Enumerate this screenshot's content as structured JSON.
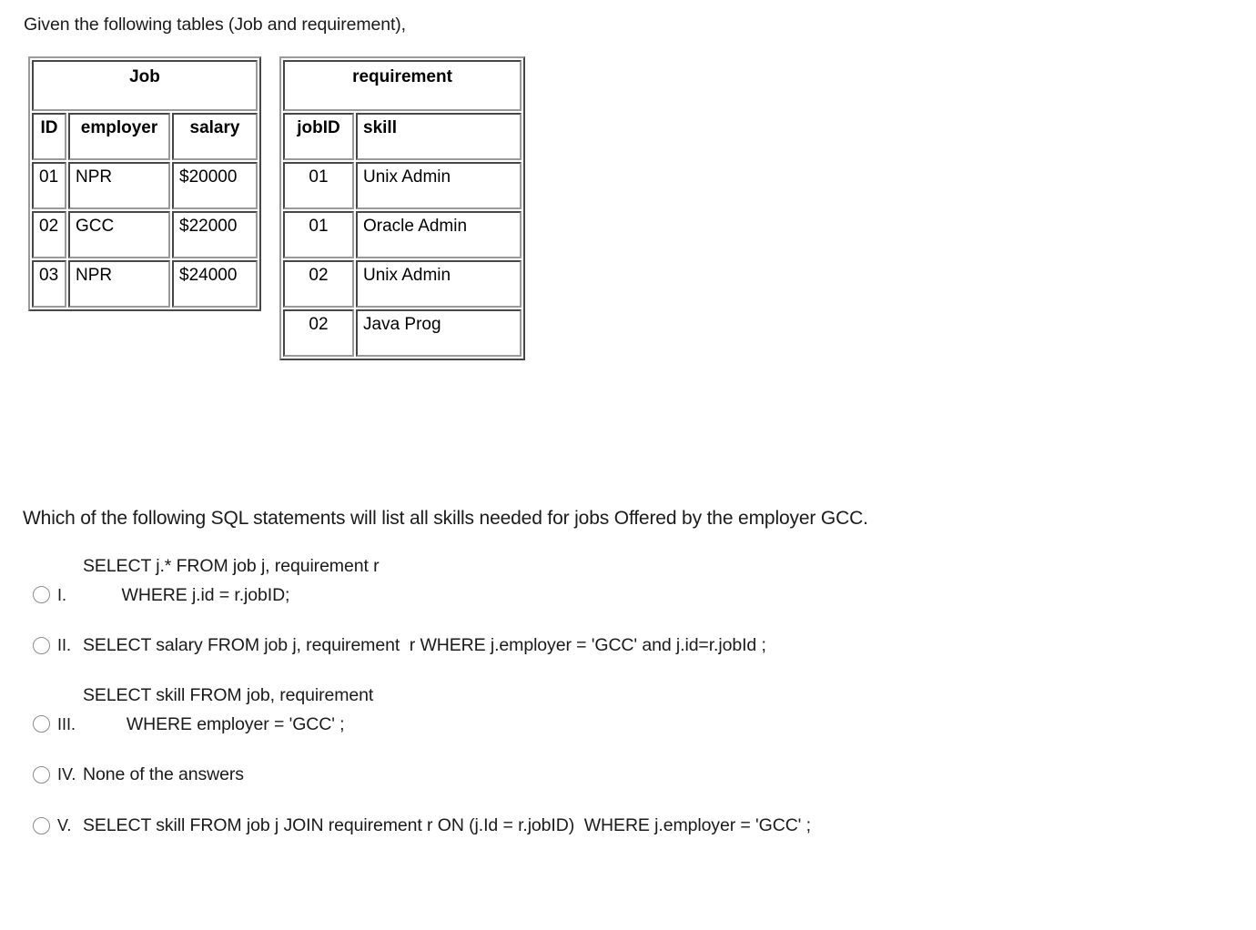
{
  "intro": {
    "text": "Given the following tables (Job and requirement),"
  },
  "tables": {
    "job": {
      "title": "Job",
      "columns": [
        "ID",
        "employer",
        "salary"
      ],
      "rows": [
        [
          "01",
          "NPR",
          "$20000"
        ],
        [
          "02",
          "GCC",
          "$22000"
        ],
        [
          "03",
          "NPR",
          "$24000"
        ]
      ]
    },
    "requirement": {
      "title": "requirement",
      "columns": [
        "jobID",
        "skill"
      ],
      "rows": [
        [
          "01",
          "Unix Admin"
        ],
        [
          "01",
          "Oracle Admin"
        ],
        [
          "02",
          "Unix Admin"
        ],
        [
          "02",
          "Java Prog"
        ]
      ]
    }
  },
  "question": {
    "text": "Which of the following SQL statements will list all skills needed for jobs Offered by the employer GCC."
  },
  "options": [
    {
      "numeral": "I.",
      "line1": "SELECT j.* FROM job j, requirement r",
      "line2": "        WHERE j.id = r.jobID;",
      "selected": false
    },
    {
      "numeral": "II.",
      "line1": "SELECT salary FROM job j, requirement  r WHERE j.employer = 'GCC' and j.id=r.jobId ;",
      "line2": "",
      "selected": false
    },
    {
      "numeral": "III.",
      "line1": "SELECT skill FROM job, requirement",
      "line2": "         WHERE employer = 'GCC' ;",
      "selected": false
    },
    {
      "numeral": "IV.",
      "line1": "None of the answers",
      "line2": "",
      "selected": false
    },
    {
      "numeral": "V.",
      "line1": "SELECT skill FROM job j JOIN requirement r ON (j.Id = r.jobID)  WHERE j.employer = 'GCC' ;",
      "line2": "",
      "selected": false
    }
  ],
  "colors": {
    "background": "#ffffff",
    "text": "#1a1a1a",
    "table_border": "#9a9a9a",
    "radio_border": "#8b8b8b"
  }
}
